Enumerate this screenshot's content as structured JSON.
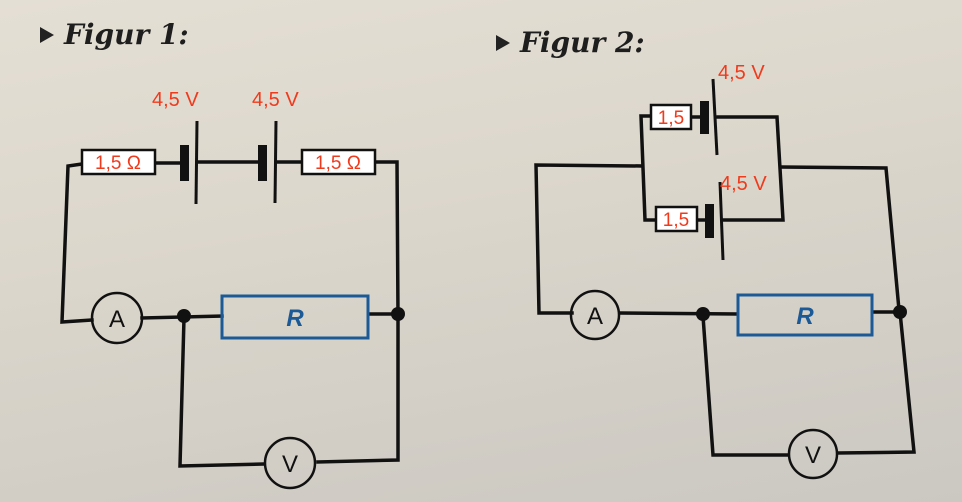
{
  "figures": [
    {
      "id": "fig1",
      "title": "Figur 1:",
      "topology": "series",
      "batteries": [
        {
          "voltage_label": "4,5 V"
        },
        {
          "voltage_label": "4,5 V"
        }
      ],
      "internal_resistors": [
        {
          "label": "1,5 Ω"
        },
        {
          "label": "1,5 Ω"
        }
      ],
      "load_resistor": {
        "label": "R"
      },
      "ammeter": {
        "label": "A"
      },
      "voltmeter": {
        "label": "V"
      }
    },
    {
      "id": "fig2",
      "title": "Figur 2:",
      "topology": "parallel",
      "batteries": [
        {
          "voltage_label": "4,5 V"
        },
        {
          "voltage_label": "4,5 V"
        }
      ],
      "internal_resistors": [
        {
          "label": "1,5"
        },
        {
          "label": "1,5"
        }
      ],
      "load_resistor": {
        "label": "R"
      },
      "ammeter": {
        "label": "A"
      },
      "voltmeter": {
        "label": "V"
      }
    }
  ],
  "colors": {
    "annotation": "#f03a1c",
    "load_resistor": "#1b5a96",
    "wire": "#111111",
    "paper": "#dcd7cc"
  }
}
